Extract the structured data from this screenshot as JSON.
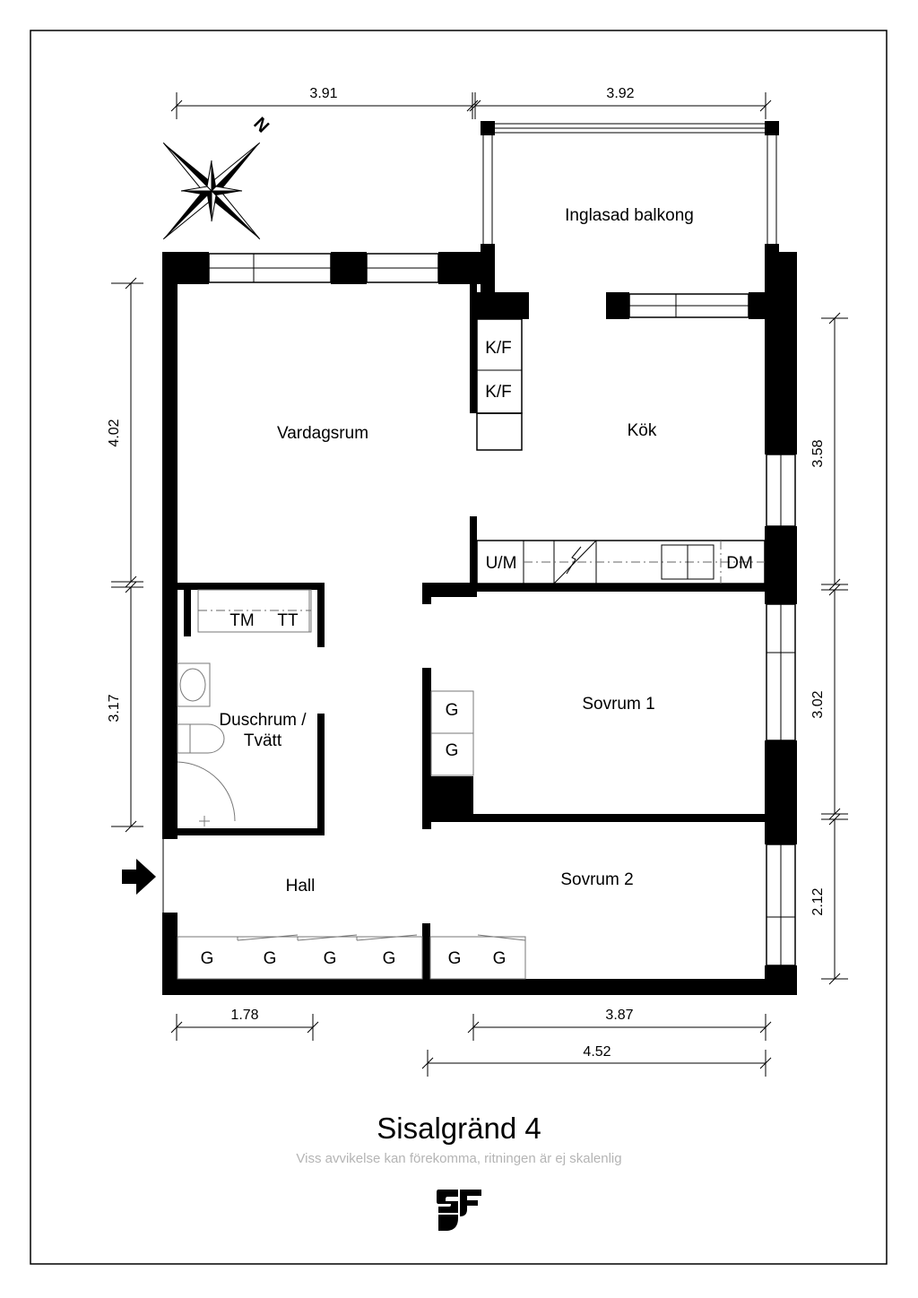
{
  "plan": {
    "title": "Sisalgränd 4",
    "disclaimer": "Viss avvikelse kan förekomma, ritningen är ej skalenlig",
    "north": "N",
    "rooms": {
      "balcony": "Inglasad balkong",
      "living": "Vardagsrum",
      "kitchen": "Kök",
      "bath_line1": "Duschrum /",
      "bath_line2": "Tvätt",
      "bedroom1": "Sovrum 1",
      "bedroom2": "Sovrum 2",
      "hall": "Hall"
    },
    "fixtures": {
      "kf": "K/F",
      "um": "U/M",
      "dm": "DM",
      "tm": "TM",
      "tt": "TT",
      "g": "G"
    },
    "dimensions": {
      "top_left": "3.91",
      "top_right": "3.92",
      "left_upper": "4.02",
      "left_lower": "3.17",
      "right_upper": "3.58",
      "right_middle": "3.02",
      "right_lower": "2.12",
      "bottom_left": "1.78",
      "bottom_right": "3.87",
      "bottom_total": "4.52"
    }
  }
}
